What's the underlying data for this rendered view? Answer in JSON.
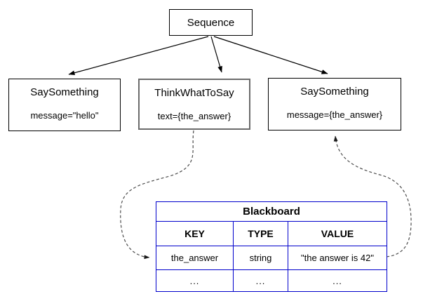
{
  "diagram": {
    "sequence": {
      "label": "Sequence"
    },
    "nodes": [
      {
        "label": "SaySomething",
        "attr": "message=\"hello\""
      },
      {
        "label": "ThinkWhatToSay",
        "attr": "text={the_answer}"
      },
      {
        "label": "SaySomething",
        "attr": "message={the_answer}"
      }
    ],
    "blackboard": {
      "title": "Blackboard",
      "columns": [
        "KEY",
        "TYPE",
        "VALUE"
      ],
      "rows": [
        [
          "the_answer",
          "string",
          "\"the answer is 42\""
        ],
        [
          "...",
          "...",
          "..."
        ]
      ]
    },
    "colors": {
      "table_border": "#0000cc",
      "node_border": "#000000",
      "highlight_border": "#6b6b6b",
      "solid_arrow": "#000000",
      "dashed_arrow": "#4d4d4d"
    }
  }
}
